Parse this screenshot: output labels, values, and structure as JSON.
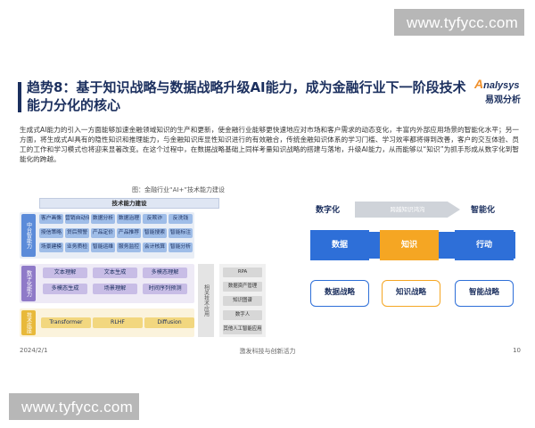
{
  "watermark": {
    "top": "www.tyfycc.com",
    "bottom": "www.tyfycc.com"
  },
  "header": {
    "title": "趋势8：基于知识战略与数据战略升级AI能力，成为金融行业下一阶段技术能力分化的核心",
    "logo_en": "nalysys",
    "logo_o": "A",
    "logo_cn": "易观分析"
  },
  "body_text": "生成式AI能力的引入一方面能够加速金融领域知识的生产和更新，使金融行业能够更快速地应对市场和客户需求的动态变化，丰富内外部应用场景的智能化水平；另一方面，将生成式AI具有的隐性知识和推理能力，与金融知识库显性知识进行的有效融合，传统金融知识体系的学习门槛、学习效率都将得到改善，客户的交互体验、员工的工作和学习模式也将迎来显著改变。在这个过程中，在数据战略基础上同样考量知识战略的搭建与落地，升级AI能力，从而能够以“知识”为抓手形成从数字化到智能化的跨越。",
  "figure": {
    "caption": "图：金融行业“AI+”技术能力建设",
    "cap_title": "技术能力建设",
    "bands": [
      {
        "label": "中台智能力",
        "color": "#5b8bd9"
      },
      {
        "label": "数字化能力",
        "color": "#8f7ac8"
      },
      {
        "label": "技术底座",
        "color": "#e8b93a"
      }
    ],
    "grid_rows": [
      [
        "客户画像",
        "营销自动化",
        "数据分析",
        "数据治理",
        "反欺诈",
        "反洗钱"
      ],
      [
        "授信策略",
        "贷后预警",
        "产品定价",
        "产品推荐",
        "智能搜索",
        "智能标注"
      ],
      [
        "场景建模",
        "业务质检",
        "智能运维",
        "服务监控",
        "会计核算",
        "智能分析"
      ]
    ],
    "purple_rows": [
      [
        "文本理解",
        "文本生成",
        "多模态理解"
      ],
      [
        "多模态生成",
        "场景理解",
        "时间序列预测"
      ]
    ],
    "yellow_items": [
      "Transformer",
      "RLHF",
      "Diffusion"
    ],
    "tech_col_label": "相关技术应用",
    "right_items": [
      "RPA",
      "数据资产管理",
      "知识图谱",
      "数字人",
      "其他人工智能应用"
    ]
  },
  "flow": {
    "left_label": "数字化",
    "right_label": "智能化",
    "arrow_label": "跨越知识鸿沟",
    "row": [
      {
        "label": "数据",
        "color": "blue"
      },
      {
        "label": "知识",
        "color": "orange"
      },
      {
        "label": "行动",
        "color": "blue"
      }
    ],
    "outputs": [
      {
        "label": "数据战略",
        "color": "blue"
      },
      {
        "label": "知识战略",
        "color": "orange"
      },
      {
        "label": "智能战略",
        "color": "blue"
      }
    ]
  },
  "footer": {
    "date": "2024/2/1",
    "center": "激发科技与创新活力",
    "page": "10"
  }
}
